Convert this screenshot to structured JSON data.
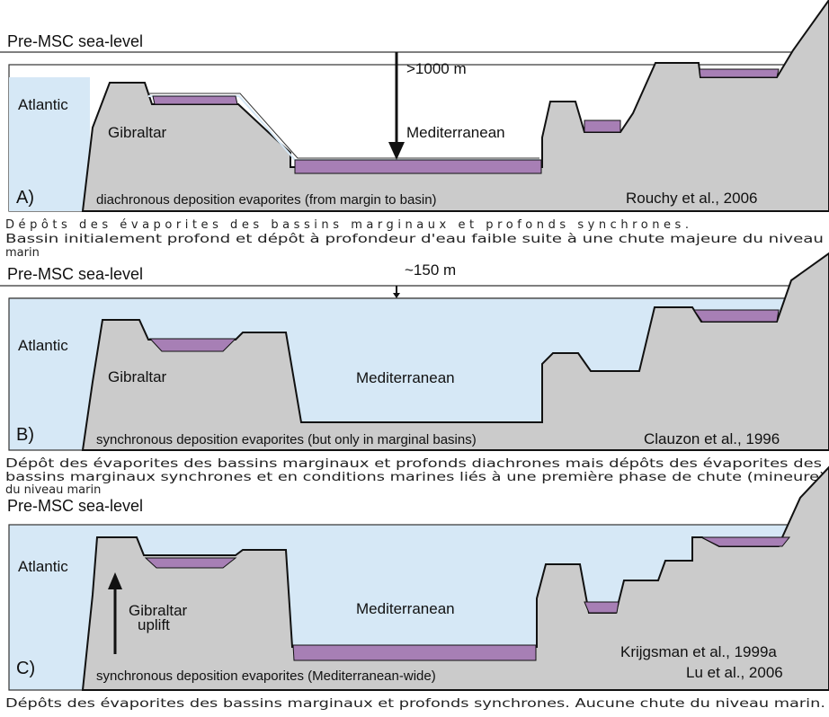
{
  "panels": [
    {
      "sea_level_label": "Pre-MSC sea-level",
      "depth_label": ">1000 m",
      "atlantic_label": "Atlantic",
      "gibraltar_label": "Gibraltar",
      "mediterranean_label": "Mediterranean",
      "panel_letter": "A)",
      "deposition_caption": "diachronous deposition evaporites (from margin to basin)",
      "reference": "Rouchy et al., 2006",
      "french_lines": [
        "Dépôts des évaporites des bassins marginaux et profonds synchrones.",
        "Bassin initialement profond et dépôt à profondeur d'eau faible suite à une chute majeure du niveau",
        "marin"
      ]
    },
    {
      "sea_level_label": "Pre-MSC sea-level",
      "depth_label": "~150 m",
      "atlantic_label": "Atlantic",
      "gibraltar_label": "Gibraltar",
      "mediterranean_label": "Mediterranean",
      "panel_letter": "B)",
      "deposition_caption": "synchronous deposition evaporites (but only in marginal basins)",
      "reference": "Clauzon et al., 1996",
      "french_lines": [
        "Dépôt des évaporites des bassins marginaux et profonds diachrones mais dépôts des évaporites des",
        "bassins marginaux synchrones et en conditions marines liés à une première phase de chute (mineure)",
        "du niveau marin"
      ]
    },
    {
      "sea_level_label": "Pre-MSC sea-level",
      "atlantic_label": "Atlantic",
      "gibraltar_label_line1": "Gibraltar",
      "gibraltar_label_line2": "uplift",
      "mediterranean_label": "Mediterranean",
      "panel_letter": "C)",
      "deposition_caption": "synchronous deposition evaporites (Mediterranean-wide)",
      "reference_line1": "Krijgsman et al., 1999a",
      "reference_line2": "Lu et al., 2006",
      "french_lines": [
        "Dépôts des évaporites des bassins marginaux et profonds synchrones. Aucune chute du niveau marin."
      ]
    }
  ],
  "colors": {
    "water": "#d6e8f6",
    "rock": "#cbcbcb",
    "evaporite": "#a77fb5",
    "outline": "#111111"
  }
}
